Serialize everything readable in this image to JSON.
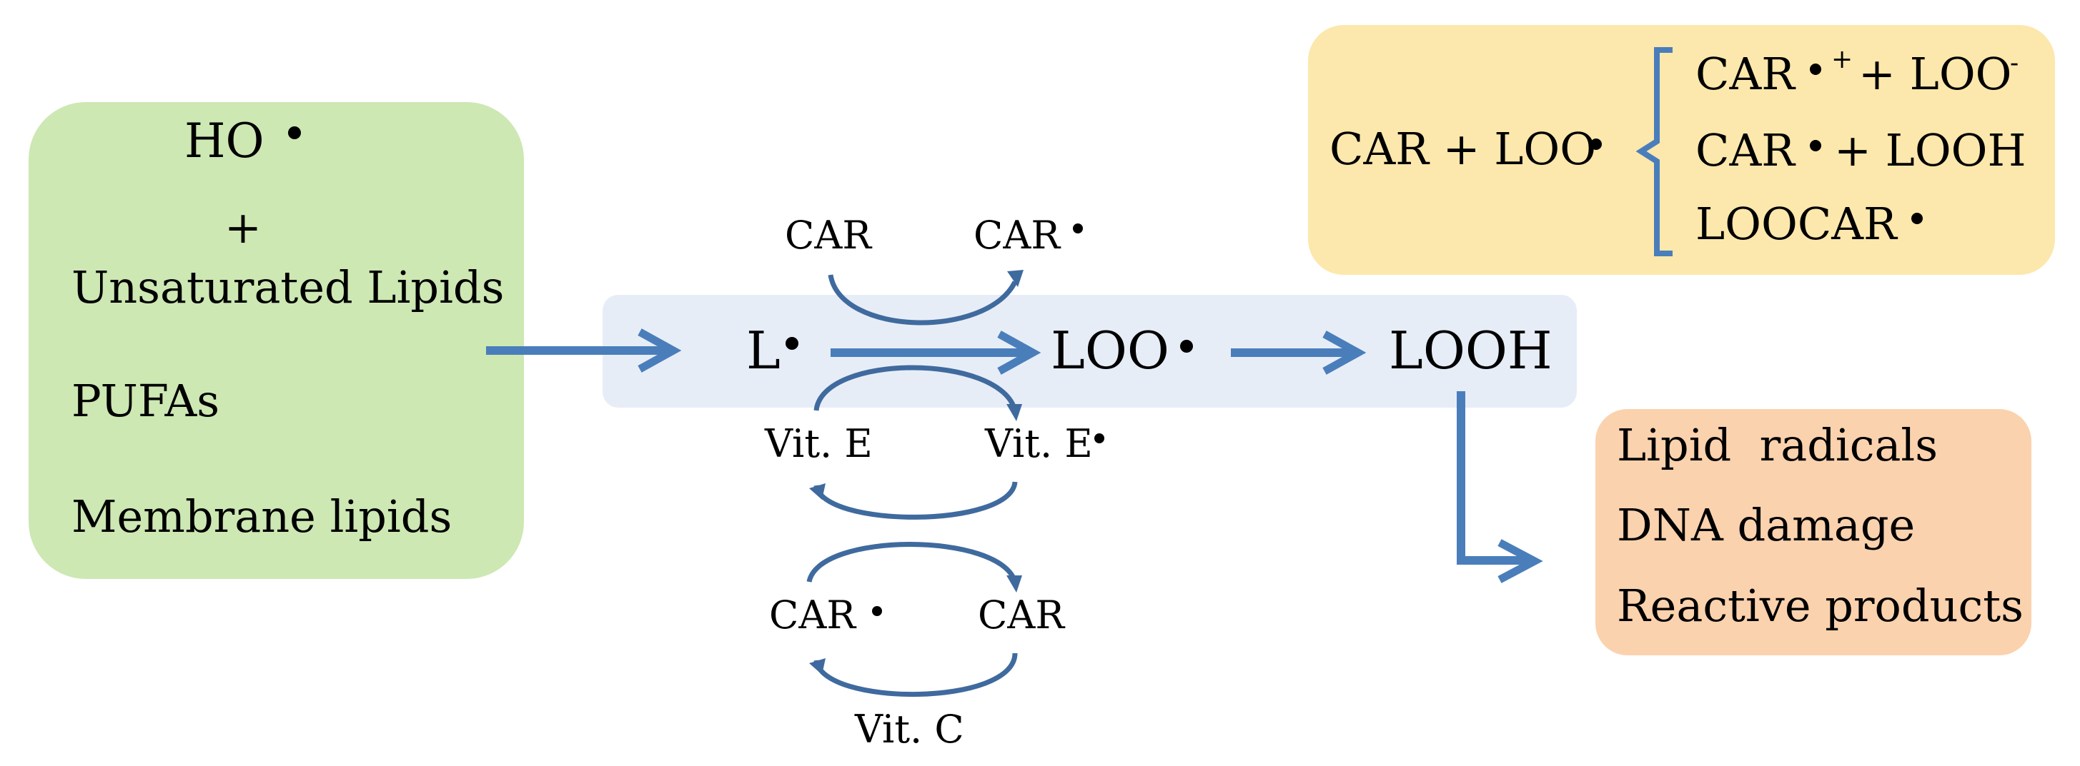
{
  "colors": {
    "arrow": "#4a7ebb",
    "arc": "#3f6a9e",
    "green_box": "#cde8b3",
    "blue_band": "#e7edf7",
    "yellow_box": "#fce8ac",
    "orange_box": "#fbd2ae"
  },
  "left_box": {
    "radical": "HO",
    "plus": "+",
    "items": [
      "Unsaturated Lipids",
      "PUFAs",
      "Membrane lipids"
    ]
  },
  "chain": {
    "l": "L",
    "loo": "LOO",
    "looh": "LOOH"
  },
  "cycles": {
    "top_left": "CAR",
    "top_right": "CAR",
    "vite_left": "Vit. E",
    "vite_right": "Vit. E",
    "car2_left": "CAR",
    "car2_right": "CAR",
    "vitc": "Vit. C"
  },
  "reaction_box": {
    "reactant": "CAR + LOO",
    "p1_a": "CAR",
    "p1_plus_sign": "+",
    "p1_b": "+ LOO",
    "p1_minus": "-",
    "p2_a": "CAR",
    "p2_b": "+ LOOH",
    "p3": "LOOCAR"
  },
  "damage_box": {
    "items": [
      "Lipid  radicals",
      "DNA damage",
      "Reactive products"
    ]
  },
  "radical_dot": "•"
}
